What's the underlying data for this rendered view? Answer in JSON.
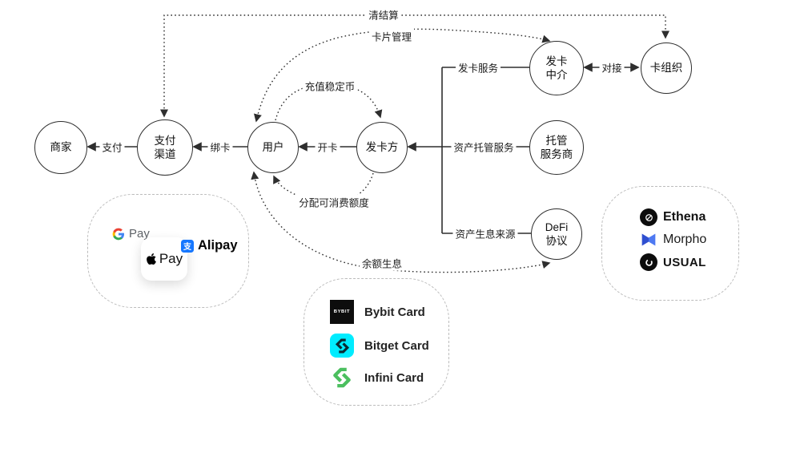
{
  "diagram": {
    "nodes": {
      "merchant": {
        "line1": "商家",
        "line2": ""
      },
      "payment_channel": {
        "line1": "支付",
        "line2": "渠道"
      },
      "user": {
        "line1": "用户",
        "line2": ""
      },
      "card_issuer": {
        "line1": "发卡方",
        "line2": ""
      },
      "issuing_intermediary": {
        "line1": "发卡",
        "line2": "中介"
      },
      "card_network": {
        "line1": "卡组织",
        "line2": ""
      },
      "custody_provider": {
        "line1": "托管",
        "line2": "服务商"
      },
      "defi_protocol": {
        "line1": "DeFi",
        "line2": "协议"
      }
    },
    "edges": {
      "payment": "支付",
      "bind_card": "绑卡",
      "open_card": "开卡",
      "issuing_service": "发卡服务",
      "connect": "对接",
      "custody_service": "资产托管服务",
      "yield_source": "资产生息来源",
      "clearing_settlement": "清结算",
      "card_management": "卡片管理",
      "deposit_stablecoin": "充值稳定币",
      "allocate_limit": "分配可消费额度",
      "balance_yield": "余额生息"
    }
  },
  "wallets": {
    "google_pay": {
      "label": "Pay"
    },
    "apple_pay": {
      "label": "Pay"
    },
    "alipay": {
      "label": "Alipay",
      "logo_glyph": "支"
    }
  },
  "cards": {
    "bybit": {
      "icon_text": "BYBIT",
      "label": "Bybit Card"
    },
    "bitget": {
      "label": "Bitget Card"
    },
    "infini": {
      "label": "Infini Card"
    }
  },
  "defi": {
    "ethena": {
      "label": "Ethena"
    },
    "morpho": {
      "label": "Morpho"
    },
    "usual": {
      "label": "USUAL"
    }
  },
  "icons": {
    "google_g": "google-g multicolor mark",
    "apple": "apple mark",
    "alipay": "alipay blue square",
    "bybit": "bybit black square",
    "bitget": "bitget cyan chevrons",
    "infini": "infini green chevrons",
    "ethena": "ethena black circle",
    "morpho": "morpho blue butterfly",
    "usual": "usual black circle"
  },
  "colors": {
    "line": "#2e2e2e",
    "dashed_box": "#bcbcbc",
    "alipay_blue": "#1677ff",
    "bitget_cyan": "#00ecff",
    "infini_green": "#4bbf5f",
    "morpho_blue": "#2f4fd0"
  }
}
